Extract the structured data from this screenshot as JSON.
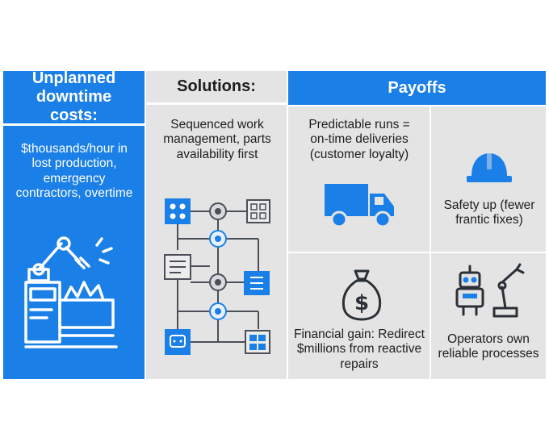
{
  "colors": {
    "accent": "#1a7fe6",
    "panel": "#e4e4e4",
    "dark": "#3a3f47"
  },
  "problem": {
    "title": "Unplanned downtime costs:",
    "body": "$thousands/hour in lost production, emergency contractors, overtime"
  },
  "solutions": {
    "title": "Solutions:",
    "body": "Sequenced work management, parts availability first"
  },
  "payoffs": {
    "title": "Payoffs",
    "items": [
      {
        "text": "Predictable runs = on-time deliveries (customer loyalty)",
        "icon": "delivery-truck-icon"
      },
      {
        "text": "Safety up (fewer frantic fixes)",
        "icon": "hard-hat-icon"
      },
      {
        "text": "Financial gain: Redirect $millions from reactive repairs",
        "icon": "money-bag-icon"
      },
      {
        "text": "Operators own reliable processes",
        "icon": "robot-operator-icon"
      }
    ]
  }
}
